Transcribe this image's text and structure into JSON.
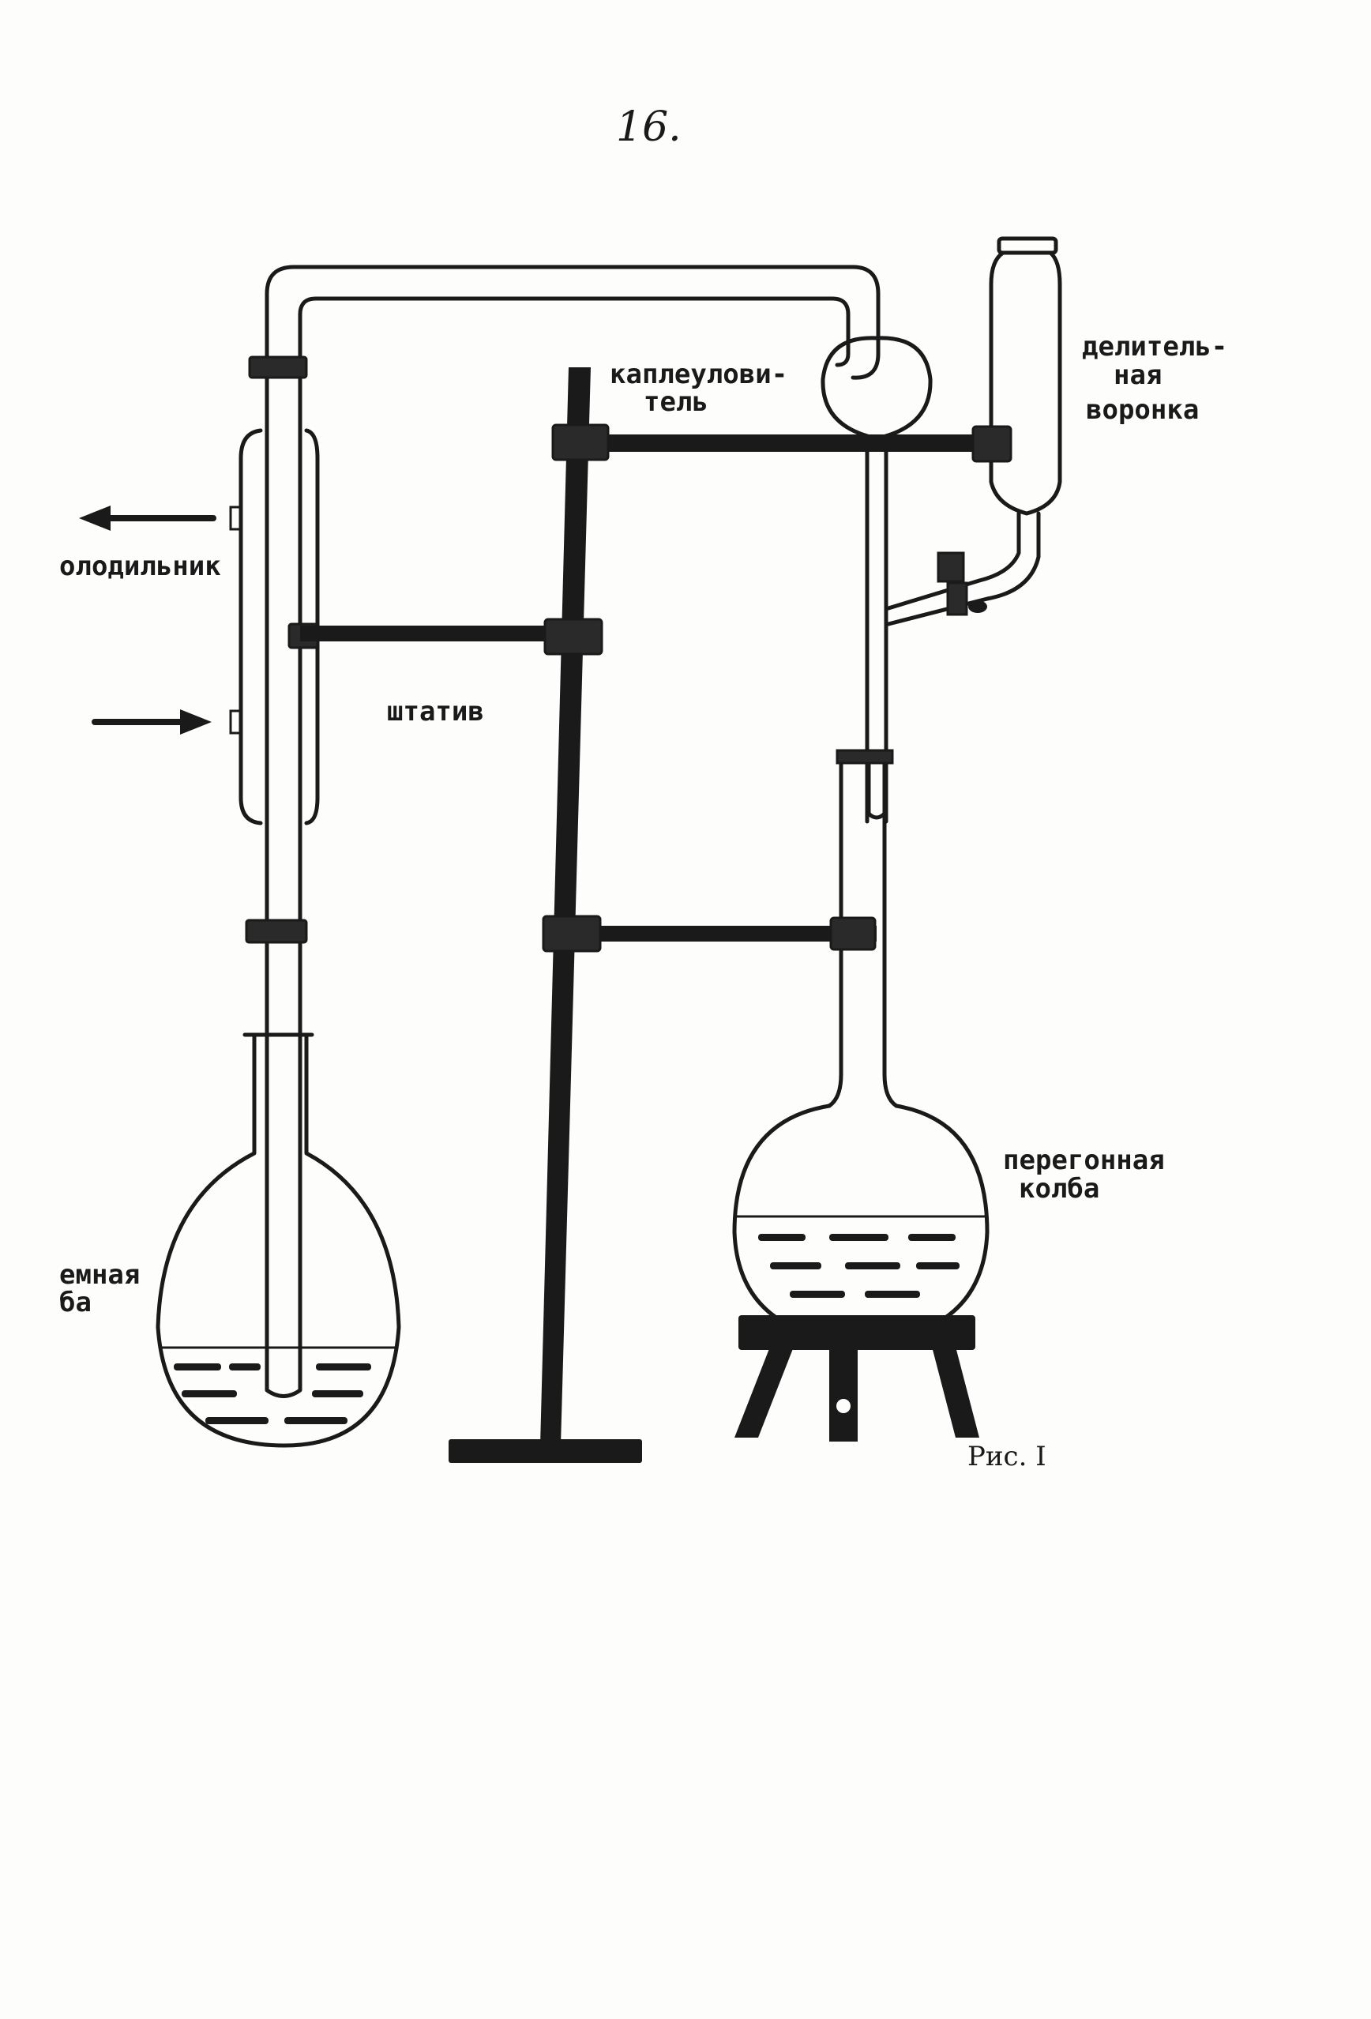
{
  "page_number": "16.",
  "labels": {
    "condenser": "олодильник",
    "drop_catcher_line1": "каплеулови-",
    "drop_catcher_line2": "тель",
    "funnel_line1": "делитель-",
    "funnel_line2": "ная",
    "funnel_line3": "воронка",
    "stand": "штатив",
    "dist_flask_line1": "перегонная",
    "dist_flask_line2": "колба",
    "receiver_line1": "емная",
    "receiver_line2": "ба"
  },
  "caption": "Рис. I",
  "ink_color": "#1a1a1a"
}
